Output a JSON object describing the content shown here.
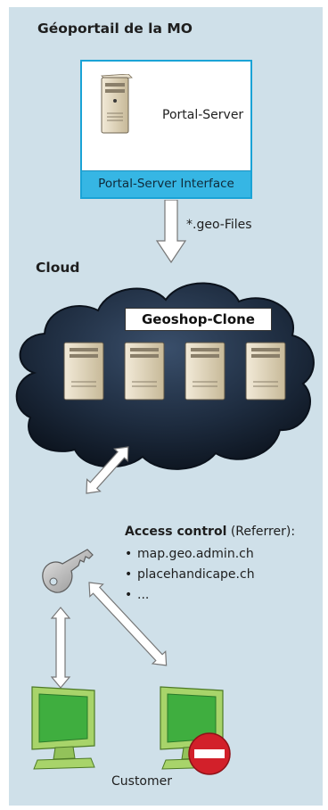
{
  "title": "Géoportail de la MO",
  "portal_server": {
    "server_label": "Portal-Server",
    "interface_label": "Portal-Server Interface"
  },
  "flow_label": "*.geo-Files",
  "cloud": {
    "title": "Cloud",
    "cluster_label": "Geoshop-Clone"
  },
  "access_control": {
    "title_bold": "Access control",
    "title_rest": " (Referrer):",
    "items": [
      "map.geo.admin.ch",
      "placehandicape.ch",
      "..."
    ]
  },
  "clients": {
    "label": "Customer"
  },
  "colors": {
    "panel": "#cfe0e9",
    "portal_border": "#1aa3d6",
    "interface_fill": "#36b6e4",
    "cloud": "#1c2a3c",
    "monitor_screen": "#3fae3f",
    "monitor_body": "#a8d46a",
    "no_entry": "#d2202a"
  },
  "icons": [
    "server-icon",
    "key-icon",
    "monitor-icon",
    "no-entry-icon",
    "arrow-icon"
  ]
}
